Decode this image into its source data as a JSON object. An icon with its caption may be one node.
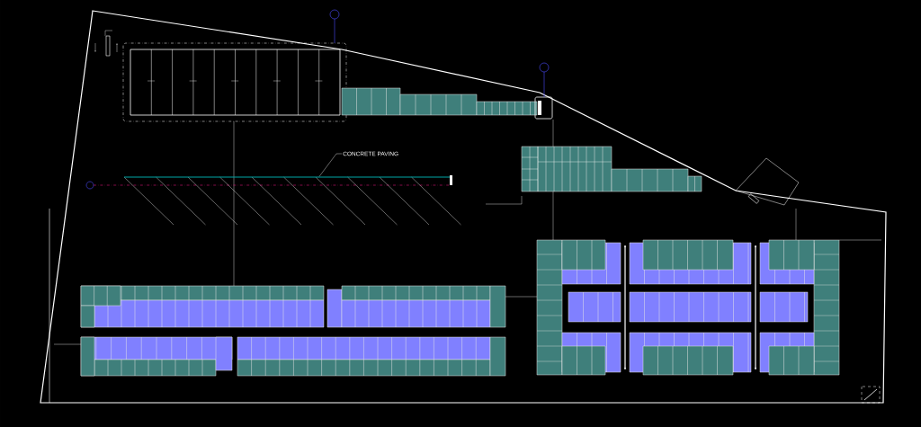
{
  "diagram": {
    "nodes": [
      {
        "text": [
          "CONCRETE PAVING"
        ]
      },
      {
        "text": [],
        "shape": "bar"
      }
    ],
    "edges": [
      {
        "from": 0,
        "to": 1,
        "arrow": "none"
      }
    ]
  }
}
